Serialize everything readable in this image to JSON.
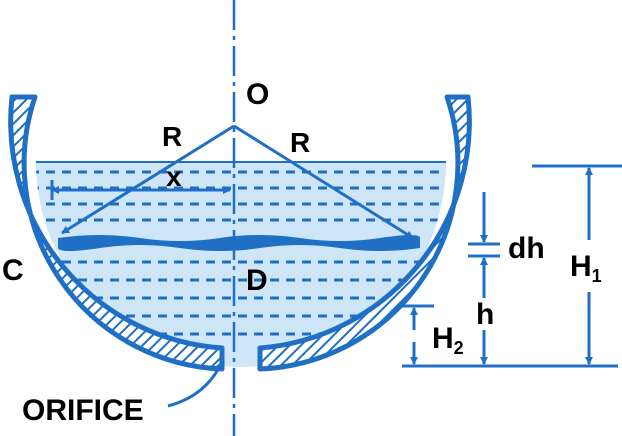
{
  "labels": {
    "O": "O",
    "R_left": "R",
    "R_right": "R",
    "x": "x",
    "C": "C",
    "D": "D",
    "dh": "dh",
    "h": "h",
    "H1": "H",
    "H1_sub": "1",
    "H2": "H",
    "H2_sub": "2",
    "orifice": "ORIFICE"
  },
  "colors": {
    "vessel": "#1f6fc4",
    "water": "#cfe6f8",
    "text": "#000000"
  }
}
